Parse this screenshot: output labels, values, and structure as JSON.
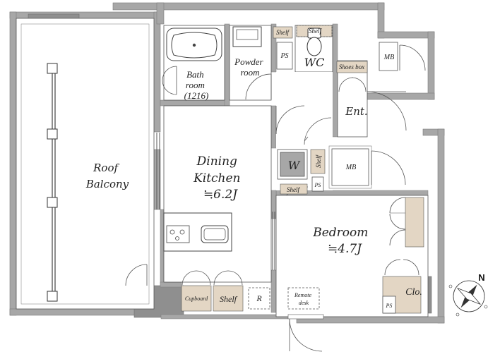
{
  "plan": {
    "rooms": {
      "roof_balcony": [
        "Roof",
        "Balcony"
      ],
      "bath_room": [
        "Bath",
        "room",
        "(1216)"
      ],
      "powder_room": [
        "Powder",
        "room"
      ],
      "wc": "WC",
      "entrance": "Ent.",
      "dining_kitchen": [
        "Dining",
        "Kitchen",
        "≒6.2J"
      ],
      "bedroom": [
        "Bedroom",
        "≒4.7J"
      ],
      "closet": "Clo."
    },
    "labels": {
      "shelf": "Shelf",
      "shoes_box": "Shoes box",
      "mb": "MB",
      "ps": "PS",
      "washer": "W",
      "cupboard": "Cupboard",
      "refrigerator": "R",
      "remote_desk": [
        "Remote",
        "desk"
      ]
    },
    "compass": {
      "north": "N"
    },
    "colors": {
      "wall": "#a7a7a7",
      "wall_dark": "#8f8f8f",
      "storage": "#e3d6c4",
      "floor": "#ffffff",
      "line": "#555555"
    }
  }
}
